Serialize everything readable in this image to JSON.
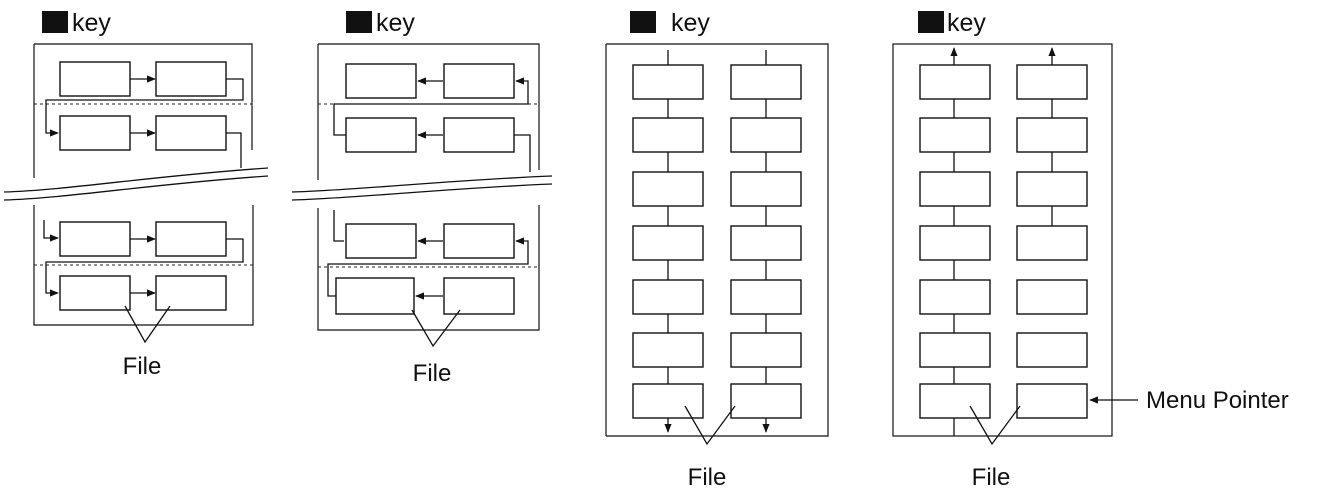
{
  "panels": [
    {
      "id": "panel-1",
      "key_text": "key",
      "key_icon": "right-arrow-key-icon",
      "file_label": "File"
    },
    {
      "id": "panel-2",
      "key_text": "key",
      "key_icon": "left-arrow-key-icon",
      "file_label": "File"
    },
    {
      "id": "panel-3",
      "key_text": "key",
      "key_icon": "down-arrow-key-icon",
      "file_label": "File"
    },
    {
      "id": "panel-4",
      "key_text": "key",
      "key_icon": "up-arrow-key-icon",
      "file_label": "File"
    }
  ],
  "menu_pointer_label": "Menu Pointer",
  "colors": {
    "ink": "#111111",
    "background": "#ffffff"
  }
}
